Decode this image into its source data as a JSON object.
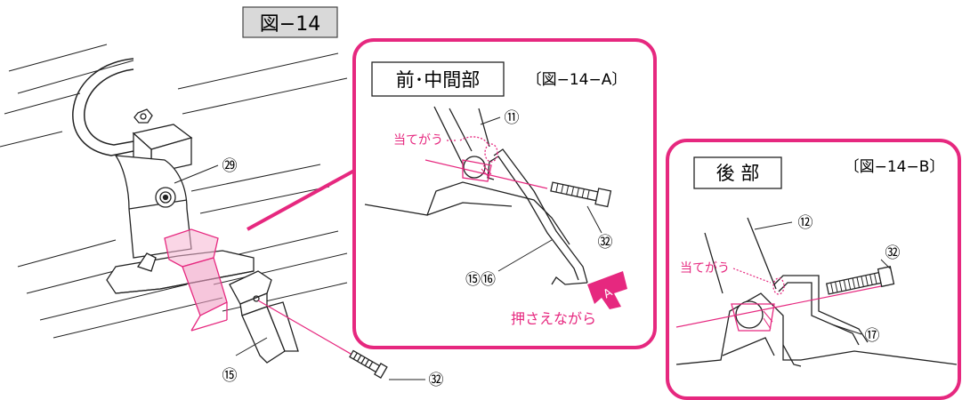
{
  "figure": {
    "title": "図−14"
  },
  "colors": {
    "accent": "#e6287f",
    "line": "#222222",
    "title_bg": "#d9d9d9"
  },
  "main_view": {
    "parts": {
      "p29": "㉙",
      "p15": "⑮",
      "p32": "㉜"
    }
  },
  "detail_a": {
    "title": "前･中間部",
    "caption": "〔図−14−A〕",
    "note_contact": "当てがう",
    "note_press": "押さえながら",
    "arrow_label": "A",
    "parts": {
      "p11": "⑪",
      "p32": "㉜",
      "p15_16": "⑮⑯"
    }
  },
  "detail_b": {
    "title": "後 部",
    "caption": "〔図−14−B〕",
    "note_contact": "当てがう",
    "parts": {
      "p12": "⑫",
      "p32": "㉜",
      "p17": "⑰"
    }
  }
}
